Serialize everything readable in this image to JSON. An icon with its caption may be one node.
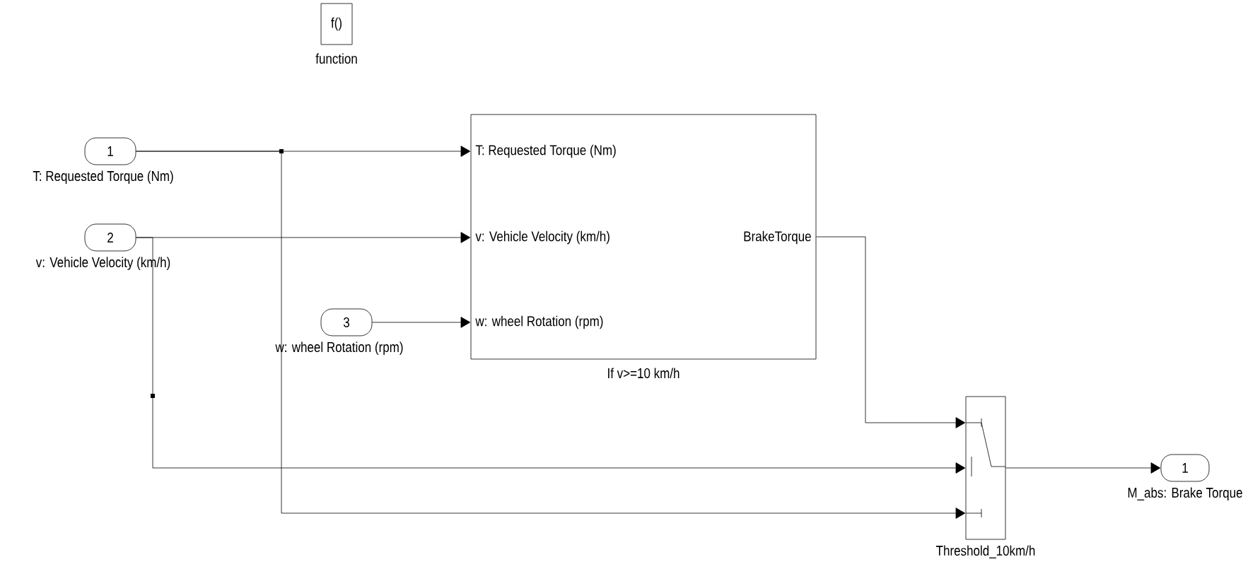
{
  "diagram": {
    "nodes": [
      {
        "text": [
          "f()",
          "function"
        ]
      },
      {
        "text": [
          "1",
          "T: Requested Torque (Nm)"
        ]
      },
      {
        "text": [
          "2",
          "v: Vehicle Velocity (km/h)"
        ]
      },
      {
        "text": [
          "3",
          "w: wheel Rotation (rpm)"
        ]
      },
      {
        "text": [
          "T: Requested Torque (Nm)",
          "v: Vehicle Velocity (km/h)",
          "w: wheel Rotation (rpm)",
          "BrakeTorque",
          "If v>=10 km/h"
        ]
      },
      {
        "text": [
          "Threshold_10km/h"
        ]
      },
      {
        "text": [
          "1",
          "M_abs: Brake Torque"
        ]
      }
    ],
    "edges": [
      {
        "from": 1,
        "to": 4,
        "arrow": "to"
      },
      {
        "from": 2,
        "to": 4,
        "arrow": "to"
      },
      {
        "from": 3,
        "to": 4,
        "arrow": "to"
      },
      {
        "from": 4,
        "to": 5,
        "arrow": "to"
      },
      {
        "from": 2,
        "to": 5,
        "arrow": "to"
      },
      {
        "from": 1,
        "to": 5,
        "arrow": "to"
      },
      {
        "from": 5,
        "to": 6,
        "arrow": "to"
      }
    ]
  }
}
